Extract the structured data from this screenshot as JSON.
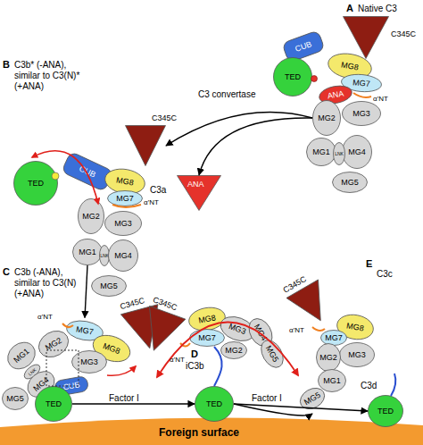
{
  "diagram": {
    "nodes": [
      {
        "text": [
          "C345C"
        ]
      },
      {
        "text": [
          "CUB"
        ]
      },
      {
        "text": [
          "TED"
        ]
      },
      {
        "text": [
          "MG8"
        ]
      },
      {
        "text": [
          "MG7"
        ]
      },
      {
        "text": [
          "ANA"
        ]
      },
      {
        "text": [
          "MG3"
        ]
      },
      {
        "text": [
          "MG2"
        ]
      },
      {
        "text": [
          "MG1"
        ]
      },
      {
        "text": [
          "MG4"
        ]
      },
      {
        "text": [
          "LNK"
        ]
      },
      {
        "text": [
          "MG5"
        ]
      },
      {
        "text": [
          "ANA",
          "C3a"
        ]
      },
      {
        "text": [
          "TED"
        ]
      },
      {
        "text": [
          "CUB"
        ]
      },
      {
        "text": [
          "C345C"
        ]
      },
      {
        "text": [
          "MG8"
        ]
      },
      {
        "text": [
          "MG7"
        ]
      },
      {
        "text": [
          "MG2"
        ]
      },
      {
        "text": [
          "MG3"
        ]
      },
      {
        "text": [
          "MG1"
        ]
      },
      {
        "text": [
          "LNK"
        ]
      },
      {
        "text": [
          "MG4"
        ]
      },
      {
        "text": [
          "MG5"
        ]
      },
      {
        "text": [
          "C345C"
        ]
      },
      {
        "text": [
          "MG7"
        ]
      },
      {
        "text": [
          "MG8"
        ]
      },
      {
        "text": [
          "MG2"
        ]
      },
      {
        "text": [
          "MG3"
        ]
      },
      {
        "text": [
          "MG1"
        ]
      },
      {
        "text": [
          "LNK"
        ]
      },
      {
        "text": [
          "MG4"
        ]
      },
      {
        "text": [
          "MG5"
        ]
      },
      {
        "text": [
          "CUB"
        ]
      },
      {
        "text": [
          "TED"
        ]
      },
      {
        "text": [
          "C345C"
        ]
      },
      {
        "text": [
          "MG8"
        ]
      },
      {
        "text": [
          "MG7"
        ]
      },
      {
        "text": [
          "MG3"
        ]
      },
      {
        "text": [
          "MG2"
        ]
      },
      {
        "text": [
          "MG4"
        ]
      },
      {
        "text": [
          "MG5"
        ]
      },
      {
        "text": [
          "TED"
        ]
      },
      {
        "text": [
          "C345C"
        ]
      },
      {
        "text": [
          "MG8"
        ]
      },
      {
        "text": [
          "MG7"
        ]
      },
      {
        "text": [
          "MG3"
        ]
      },
      {
        "text": [
          "MG2"
        ]
      },
      {
        "text": [
          "MG1"
        ]
      },
      {
        "text": [
          "MG5"
        ]
      },
      {
        "text": [
          "TED"
        ]
      },
      {
        "text": [
          "Foreign surface"
        ]
      }
    ],
    "edges": [
      {
        "from": 7,
        "to": 15,
        "arrow": "to",
        "label": "C3 convertase"
      },
      {
        "from": 7,
        "to": 12,
        "arrow": "to"
      },
      {
        "from": 20,
        "to": 25,
        "arrow": "to"
      },
      {
        "from": 34,
        "to": 42,
        "arrow": "to",
        "label": "Factor I"
      },
      {
        "from": 42,
        "to": 50,
        "arrow": "to",
        "label": "Factor I"
      },
      {
        "from": 42,
        "to": 49,
        "arrow": "to"
      }
    ],
    "labels": [
      "A",
      "Native C3",
      "α'NT",
      "B",
      "C3b* (-ANA), similar to C3(N)* (+ANA)",
      "α'NT",
      "C",
      "C3b (-ANA), similar to C3(N) (+ANA)",
      "α'NT",
      "D",
      "iC3b",
      "α'NT",
      "E",
      "C3c",
      "α'NT",
      "C3d"
    ]
  }
}
